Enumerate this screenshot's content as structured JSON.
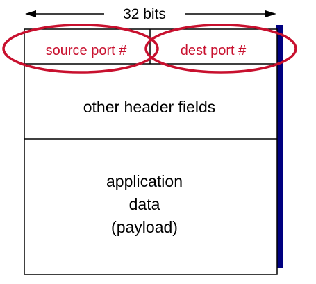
{
  "width_label": "32 bits",
  "fields": {
    "source_port": "source port #",
    "dest_port": "dest port #",
    "other_header": "other header fields",
    "payload": [
      "application",
      "data",
      "(payload)"
    ]
  },
  "colors": {
    "highlight": "#c8102e",
    "shadow": "#000080",
    "border": "#000000",
    "background": "#ffffff"
  }
}
